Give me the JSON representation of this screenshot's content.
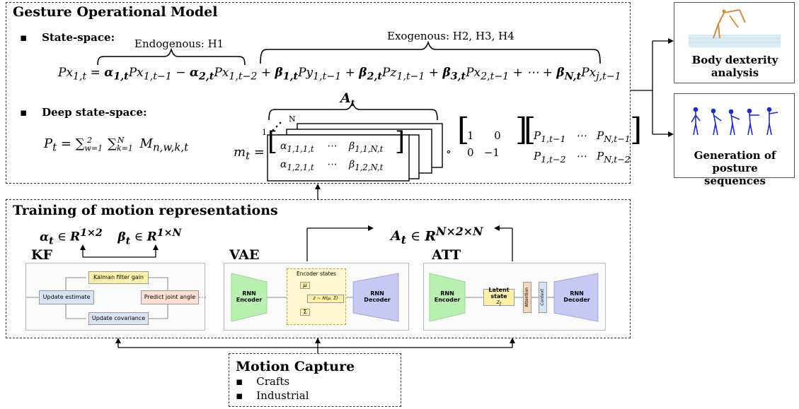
{
  "model": {
    "title": "Gesture Operational Model",
    "state_space_label": "State-space",
    "endogenous_label": "Endogenous: H1",
    "exogenous_label": "Exogenous: H2, H3, H4",
    "deep_state_space_label": "Deep state-space",
    "a_t_label": "A",
    "a_t_sub": "t",
    "n_label": "N",
    "one_label": "1"
  },
  "training": {
    "title": "Training of motion representations",
    "kf_label": "KF",
    "vae_label": "VAE",
    "att_label": "ATT",
    "kf_panel": {
      "gain": "Kalman filter gain",
      "update_estimate": "Update estimate",
      "predict_angle": "Predict joint angle",
      "update_covariance": "Update covariance"
    },
    "vae_panel": {
      "encoder": "RNN Encoder",
      "encoder_states": "Encoder states",
      "decoder": "RNN Decoder"
    },
    "att_panel": {
      "encoder": "RNN Encoder",
      "latent": "Latent state",
      "attention": "Attention",
      "context": "Context",
      "decoder": "RNN Decoder"
    }
  },
  "capture": {
    "title": "Motion Capture",
    "items": [
      "Crafts",
      "Industrial"
    ]
  },
  "outputs": {
    "dexterity": "Body dexterity analysis",
    "sequences": "Generation of posture sequences"
  },
  "colors": {
    "green": "#b8f0b0",
    "purple": "#c8c8f5",
    "yellow": "#fff2a8",
    "blue_box": "#d6e4f5",
    "pink": "#fbe0d2",
    "orange": "#f5d6b8",
    "stick": "#1a2bd6"
  }
}
